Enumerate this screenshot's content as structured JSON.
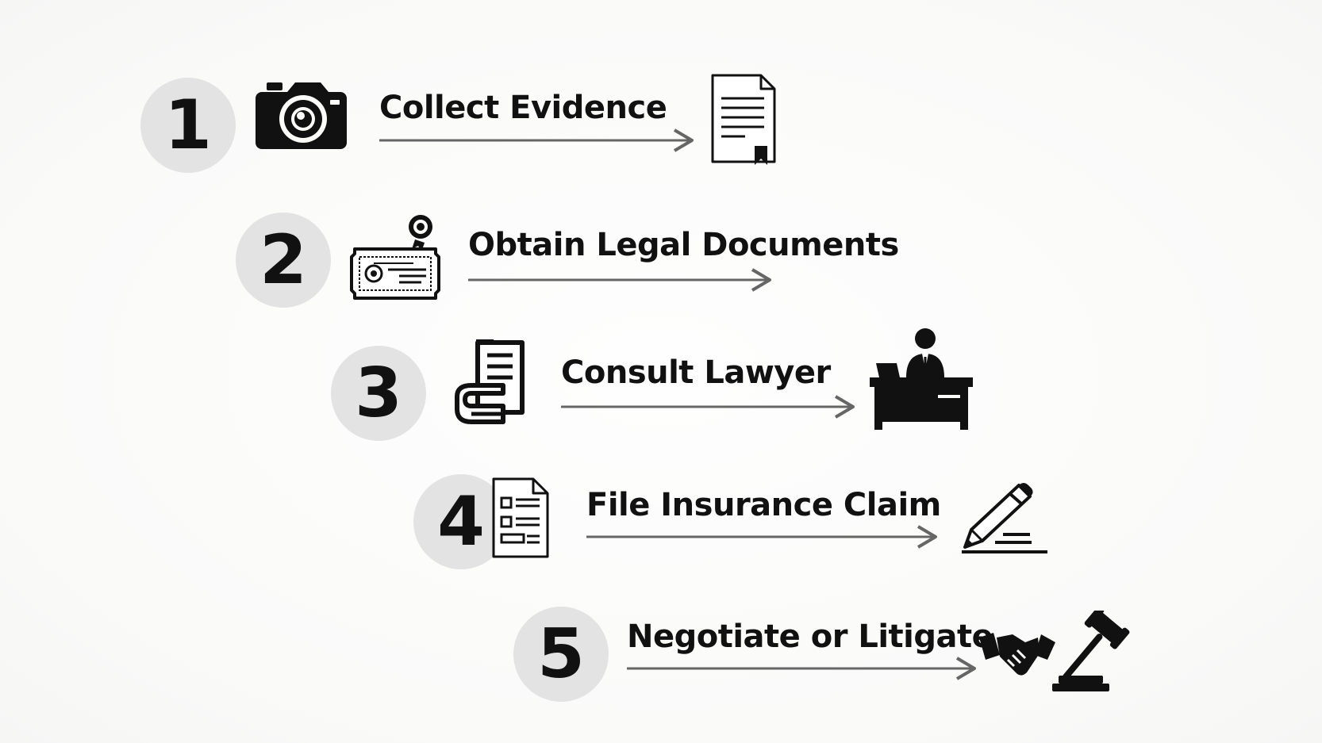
{
  "steps": [
    {
      "number": "1",
      "label": "Collect Evidence",
      "icon": "camera-icon",
      "result_icon": "document-icon"
    },
    {
      "number": "2",
      "label": "Obtain Legal Documents",
      "icon": "certificate-icon",
      "result_icon": ""
    },
    {
      "number": "3",
      "label": "Consult Lawyer",
      "icon": "law-book-icon",
      "result_icon": "lawyer-desk-icon"
    },
    {
      "number": "4",
      "label": "File Insurance Claim",
      "icon": "claim-form-icon",
      "result_icon": "pen-signature-icon"
    },
    {
      "number": "5",
      "label": "Negotiate or Litigate",
      "icon": "",
      "result_icon": "handshake-gavel-icon"
    }
  ],
  "colors": {
    "circle": "#e3e3e3",
    "text": "#111111",
    "arrow": "#666666"
  }
}
